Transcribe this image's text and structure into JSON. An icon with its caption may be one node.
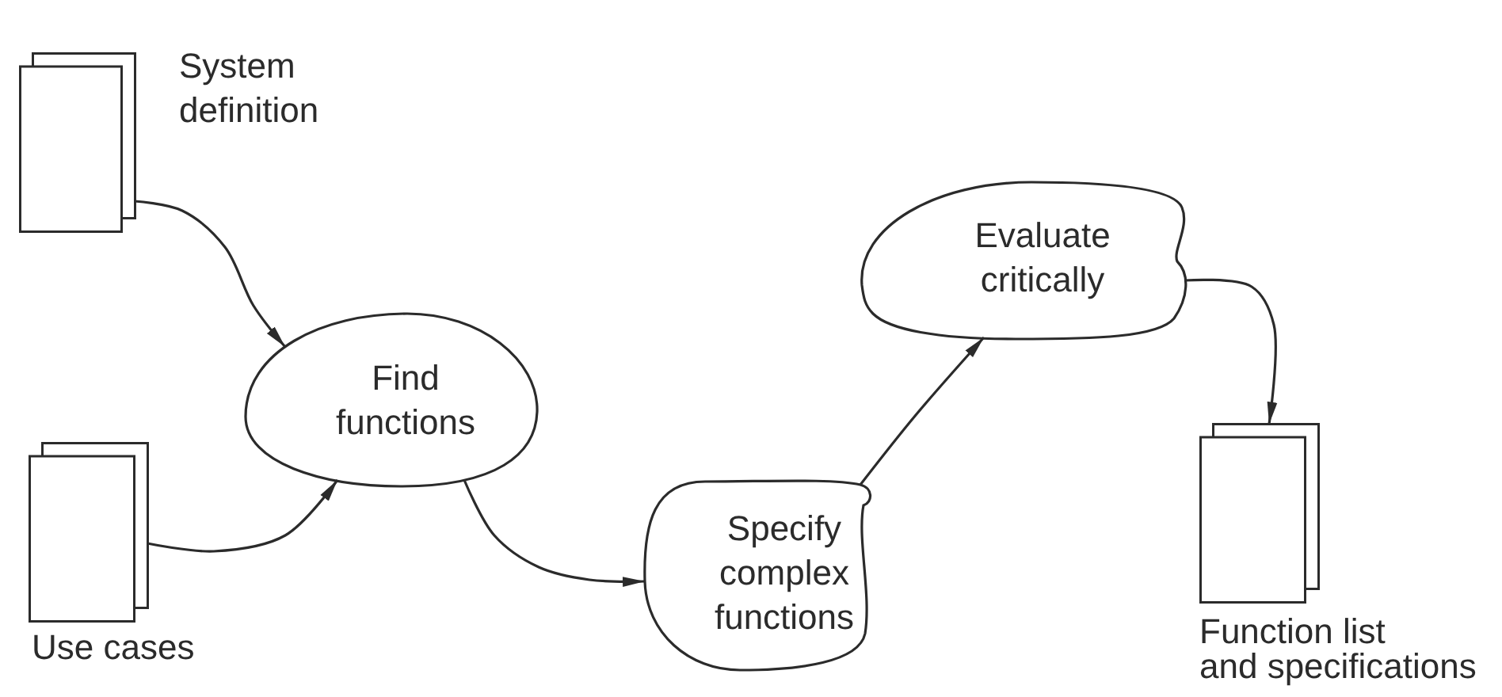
{
  "diagram": {
    "nodes": [
      {
        "text": [],
        "shape": "document",
        "beside": [
          "System definition"
        ]
      },
      {
        "text": [],
        "shape": "document",
        "beside": [
          "Use cases"
        ]
      },
      {
        "text": [
          "Find functions"
        ]
      },
      {
        "text": [
          "Specify complex functions"
        ]
      },
      {
        "text": [
          "Evaluate critically"
        ]
      },
      {
        "text": [],
        "shape": "document",
        "beside": [
          "Function list and specifications"
        ]
      }
    ],
    "edges": [
      {
        "from": 0,
        "to": 2,
        "arrow": "to"
      },
      {
        "from": 1,
        "to": 2,
        "arrow": "to"
      },
      {
        "from": 2,
        "to": 3,
        "arrow": "to"
      },
      {
        "from": 3,
        "to": 4,
        "arrow": "to"
      },
      {
        "from": 4,
        "to": 5,
        "arrow": "to"
      }
    ]
  }
}
